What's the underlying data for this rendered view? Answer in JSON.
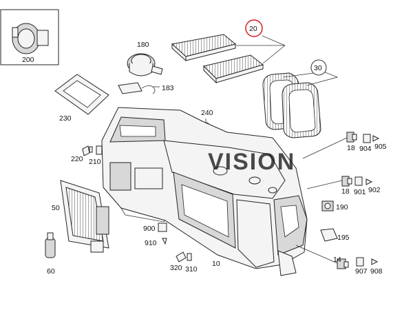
{
  "diagram": {
    "watermark": "VISION",
    "highlight_color": "#d62020",
    "watermark_color": "#bcd6ea",
    "part_labels": [
      {
        "id": "200",
        "text": "200"
      },
      {
        "id": "180",
        "text": "180"
      },
      {
        "id": "20",
        "text": "20",
        "highlighted": true
      },
      {
        "id": "30",
        "text": "30"
      },
      {
        "id": "183",
        "text": "183"
      },
      {
        "id": "230",
        "text": "230"
      },
      {
        "id": "240",
        "text": "240"
      },
      {
        "id": "220",
        "text": "220"
      },
      {
        "id": "210",
        "text": "210"
      },
      {
        "id": "18a",
        "text": "18"
      },
      {
        "id": "904",
        "text": "904"
      },
      {
        "id": "905",
        "text": "905"
      },
      {
        "id": "18b",
        "text": "18"
      },
      {
        "id": "901",
        "text": "901"
      },
      {
        "id": "902",
        "text": "902"
      },
      {
        "id": "50",
        "text": "50"
      },
      {
        "id": "190",
        "text": "190"
      },
      {
        "id": "900",
        "text": "900"
      },
      {
        "id": "910",
        "text": "910"
      },
      {
        "id": "195",
        "text": "195"
      },
      {
        "id": "60",
        "text": "60"
      },
      {
        "id": "320",
        "text": "320"
      },
      {
        "id": "310",
        "text": "310"
      },
      {
        "id": "10",
        "text": "10"
      },
      {
        "id": "14",
        "text": "14"
      },
      {
        "id": "907",
        "text": "907"
      },
      {
        "id": "908",
        "text": "908"
      }
    ]
  }
}
